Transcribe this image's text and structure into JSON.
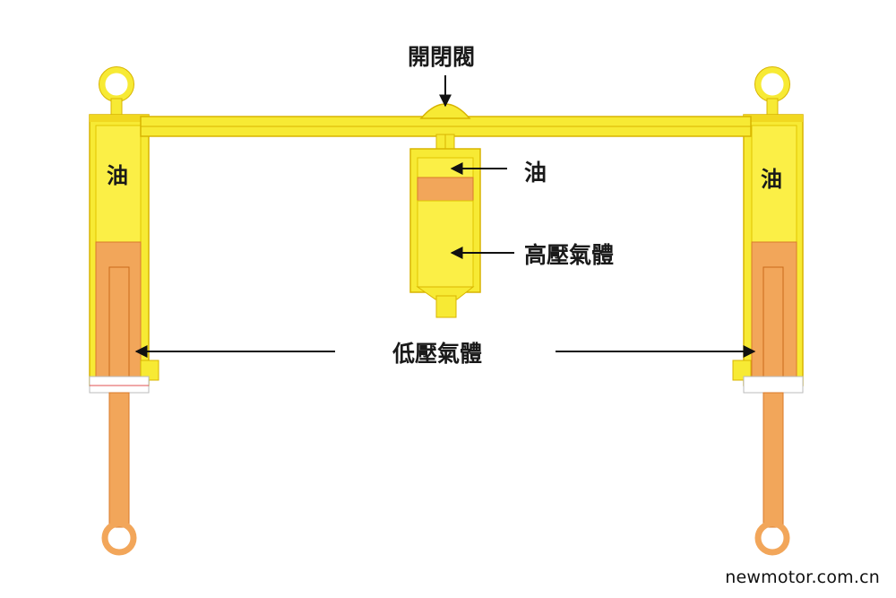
{
  "labels": {
    "valve": "開閉閥",
    "oil_left": "油",
    "oil_right": "油",
    "oil_accumulator": "油",
    "high_pressure_gas": "高壓氣體",
    "low_pressure_gas": "低壓氣體"
  },
  "watermark": "newmotor.com.cn",
  "colors": {
    "oil": "#f7ea34",
    "oil_outline": "#d8b400",
    "gas": "#f2a65a",
    "gas_outline": "#d97a2a",
    "arrow": "#111111"
  }
}
